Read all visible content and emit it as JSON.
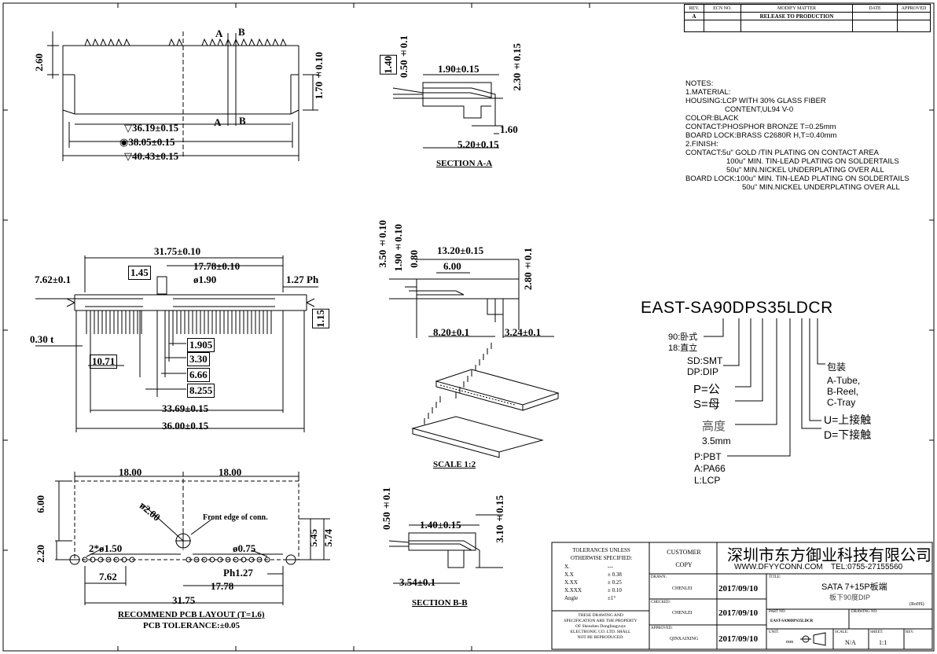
{
  "revision_table": {
    "headers": [
      "REV.",
      "ECN NO.",
      "MODIFY MATTER",
      "DATE",
      "APPROVED"
    ],
    "row": [
      "A",
      "",
      "RELEASE TO PRODUCTION",
      "",
      ""
    ]
  },
  "notes": [
    "NOTES:",
    "1.MATERIAL:",
    "HOUSING:LCP WITH 30% GLASS FIBER",
    "CONTENT,UL94 V-0",
    "COLOR:BLACK",
    "CONTACT:PHOSPHOR BRONZE T=0.25mm",
    "BOARD LOCK:BRASS C2680R H,T=0.40mm",
    "2.FINISH:",
    "CONTACT:5u\" GOLD /TIN PLATING ON CONTACT AREA",
    "100u\" MIN. TIN-LEAD PLATING ON SOLDERTAILS",
    "50u\" MIN.NICKEL UNDERPLATING OVER ALL",
    "BOARD LOCK:100u\" MIN. TIN-LEAD PLATING ON SOLDERTAILS",
    "50u\" MIN.NICKEL UNDERPLATING OVER ALL"
  ],
  "part_number": {
    "code": "EAST-SA90DPS35LDCR",
    "legend": {
      "orient_90": "90:卧式",
      "orient_18": "18:直立",
      "sd": "SD:SMT",
      "dp": "DP:DIP",
      "p": "P=公",
      "s": "S=母",
      "height_label": "高度",
      "height_value": "3.5mm",
      "mat_p": "P:PBT",
      "mat_a": "A:PA66",
      "mat_l": "L:LCP",
      "pack_title": "包装",
      "pack_a": "A-Tube,",
      "pack_b": "B-Reel,",
      "pack_c": "C-Tray",
      "u": "U=上接触",
      "d": "D=下接触"
    }
  },
  "top_view": {
    "dim_260": "2.60",
    "dim_170": "1.70±0.10",
    "dim_3619": "36.19±0.15",
    "dim_3805": "38.05±0.15",
    "dim_4043": "40.43±0.15",
    "label_a": "A",
    "label_b": "B",
    "label_a2": "A",
    "label_b2": "B"
  },
  "section_aa": {
    "dim_140": "1.40",
    "dim_050": "0.50±0.1",
    "dim_190": "1.90±0.15",
    "dim_230": "2.30±0.15",
    "dim_160": "1.60",
    "dim_520": "5.20±0.15",
    "title": "SECTION A-A"
  },
  "front_view": {
    "dim_3175": "31.75±0.10",
    "dim_1778": "17.78±0.10",
    "dim_145": "1.45",
    "dim_phi190": "ø1.90",
    "dim_762": "7.62±0.1",
    "dim_127": "1.27 Ph",
    "dim_115": "1.15",
    "dim_030": "0.30 t",
    "dim_1905": "1.905",
    "dim_330": "3.30",
    "dim_1071": "10.71",
    "dim_666": "6.66",
    "dim_8255": "8.255",
    "dim_3369": "33.69±0.15",
    "dim_3600": "36.00±0.15"
  },
  "side_view": {
    "dim_350": "3.50±0.10",
    "dim_190": "1.90±0.10",
    "dim_080": "0.80",
    "dim_1320": "13.20±0.15",
    "dim_600": "6.00",
    "dim_280": "2.80±0.1",
    "dim_820": "8.20±0.1",
    "dim_324": "3.24±0.1"
  },
  "scale_label": "SCALE 1:2",
  "pcb_layout": {
    "dim_1800a": "18.00",
    "dim_1800b": "18.00",
    "dim_600": "6.00",
    "dim_phi200": "ø2.00",
    "front_edge": "Front edge of conn.",
    "dim_220": "2.20",
    "dim_phi150": "2*ø1.50",
    "dim_phi075": "ø0.75",
    "dim_545": "5.45",
    "dim_574": "5.74",
    "dim_ph127": "Ph1.27",
    "dim_762": "7.62",
    "dim_1778": "17.78",
    "dim_3175": "31.75",
    "title": "RECOMMEND PCB LAYOUT (T=1.6)",
    "tolerance": "PCB TOLERANCE:±0.05"
  },
  "section_bb": {
    "dim_050": "0.50±0.1",
    "dim_140": "1.40±0.15",
    "dim_310": "3.10±0.15",
    "dim_354": "3.54±0.1",
    "title": "SECTION B-B"
  },
  "title_block": {
    "tol_title": "TOLERANCES UNLESS",
    "tol_sub": "OTHERWISE SPECIFIED:",
    "tol_rows": [
      [
        "X.",
        "---"
      ],
      [
        "X.X",
        "± 0.38"
      ],
      [
        "X.XX",
        "± 0.25"
      ],
      [
        "X.XXX",
        "± 0.10"
      ],
      [
        "Angle",
        "±1°"
      ]
    ],
    "property_text": [
      "THESE DRAWING AND",
      "SPECIFICATION ARE THE PROPERTY",
      "OF Shenzhen Dongfangyuye",
      "ELECTRONIC CO. LTD. SHALL",
      "NOT BE REPRODUCED."
    ],
    "customer": "CUSTOMER",
    "copy": "COPY",
    "company_cn": "深圳市东方御业科技有限公司",
    "website": "WWW.DFYYCONN.COM",
    "tel": "TEL:0755-27155560",
    "drawn_label": "DRAWN:",
    "drawn_name": "CHENLEI",
    "drawn_date": "2017/09/10",
    "checked_label": "CHECKED:",
    "checked_name": "CHENLEI",
    "checked_date": "2017/09/10",
    "approved_label": "APPROVED:",
    "approved_name": "QINXAIXING",
    "approved_date": "2017/09/10",
    "title_label": "TITLE:",
    "title_main": "SATA 7+15P板端",
    "title_sub": "板下90度DIP",
    "rohs": "(RoHS)",
    "partno_label": "PART NO:",
    "partno": "EAST-SA90DPS35LDCR",
    "drawing_no_label": "DRAWING NO:",
    "unit_label": "UNIT:",
    "unit": "mm",
    "scale_label": "SCALE:",
    "scale": "N/A",
    "sheet_label": "SHEET:",
    "sheet": "1:1",
    "rev_label": "REV."
  }
}
